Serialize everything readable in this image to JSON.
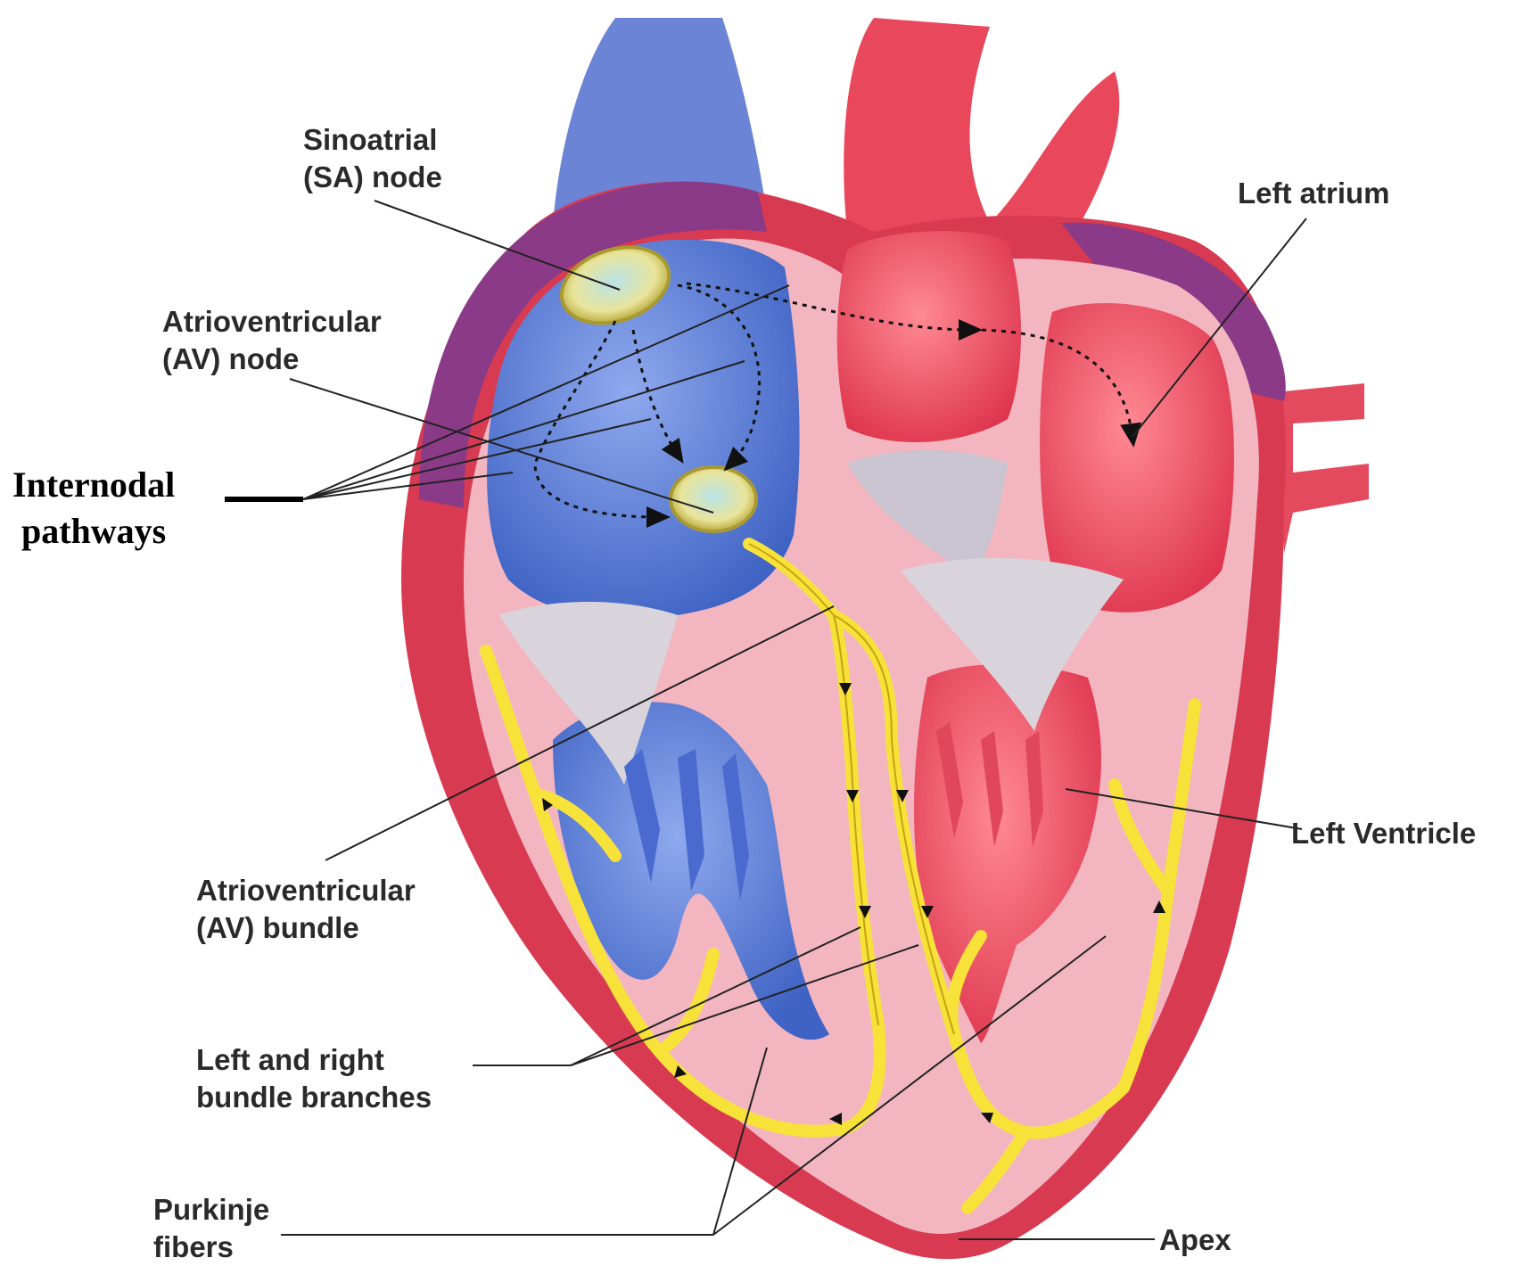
{
  "labels": {
    "sa_node": [
      "Sinoatrial",
      "(SA) node"
    ],
    "av_node": [
      "Atrioventricular",
      "(AV) node"
    ],
    "internodal": [
      "Internodal",
      "pathways"
    ],
    "left_atrium": "Left atrium",
    "left_ventricle": "Left Ventricle",
    "av_bundle": [
      "Atrioventricular",
      "(AV) bundle"
    ],
    "bundle_branches": [
      "Left and right",
      "bundle branches"
    ],
    "purkinje": [
      "Purkinje",
      "fibers"
    ],
    "apex": "Apex"
  },
  "colors": {
    "right_heart": "#5b7fd8",
    "left_heart": "#e8485e",
    "wall": "#f3b6c0",
    "outer_wall": "#d83a52",
    "atrium_cap": "#8a3a86",
    "conduction": "#f7e23a",
    "valve": "#d9d4dc",
    "leader_line": "#222222"
  }
}
